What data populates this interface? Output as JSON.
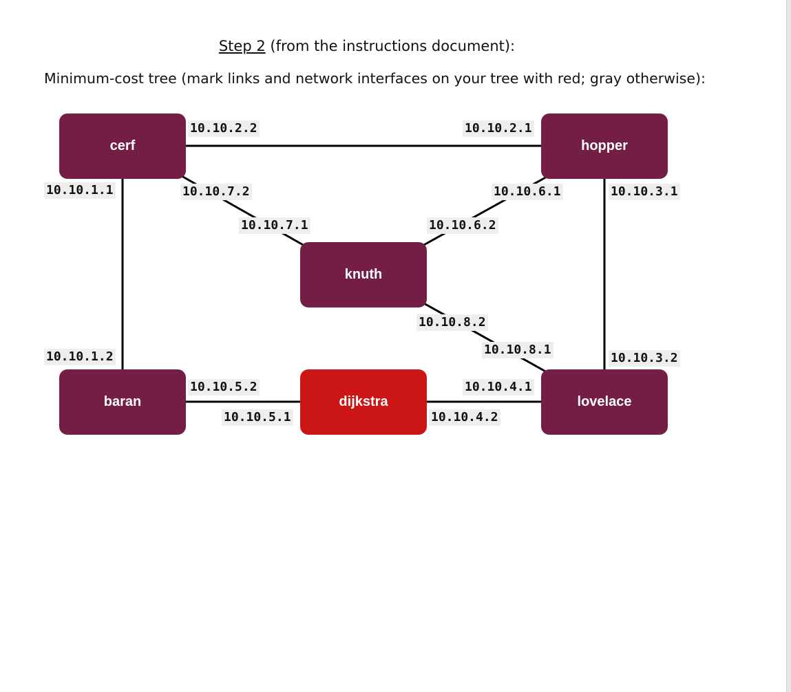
{
  "heading": {
    "step_label": "Step 2",
    "step_rest": " (from the instructions document):",
    "subtitle": "Minimum-cost tree (mark links and network interfaces on your tree with red; gray otherwise):"
  },
  "colors": {
    "node_default": "#751e45",
    "node_highlight": "#cc1616",
    "link": "#000000",
    "ip_bg": "#eeeeee"
  },
  "nodes": [
    {
      "id": "cerf",
      "label": "cerf",
      "state": "default"
    },
    {
      "id": "hopper",
      "label": "hopper",
      "state": "default"
    },
    {
      "id": "knuth",
      "label": "knuth",
      "state": "default"
    },
    {
      "id": "baran",
      "label": "baran",
      "state": "default"
    },
    {
      "id": "dijkstra",
      "label": "dijkstra",
      "state": "highlight"
    },
    {
      "id": "lovelace",
      "label": "lovelace",
      "state": "default"
    }
  ],
  "links": [
    {
      "from": "cerf",
      "to": "hopper",
      "from_ip": "10.10.2.2",
      "to_ip": "10.10.2.1"
    },
    {
      "from": "cerf",
      "to": "baran",
      "from_ip": "10.10.1.1",
      "to_ip": "10.10.1.2"
    },
    {
      "from": "cerf",
      "to": "knuth",
      "from_ip": "10.10.7.2",
      "to_ip": "10.10.7.1"
    },
    {
      "from": "hopper",
      "to": "knuth",
      "from_ip": "10.10.6.1",
      "to_ip": "10.10.6.2"
    },
    {
      "from": "hopper",
      "to": "lovelace",
      "from_ip": "10.10.3.1",
      "to_ip": "10.10.3.2"
    },
    {
      "from": "knuth",
      "to": "lovelace",
      "from_ip": "10.10.8.2",
      "to_ip": "10.10.8.1"
    },
    {
      "from": "baran",
      "to": "dijkstra",
      "from_ip": "10.10.5.2",
      "to_ip": "10.10.5.1"
    },
    {
      "from": "lovelace",
      "to": "dijkstra",
      "from_ip": "10.10.4.1",
      "to_ip": "10.10.4.2"
    }
  ]
}
